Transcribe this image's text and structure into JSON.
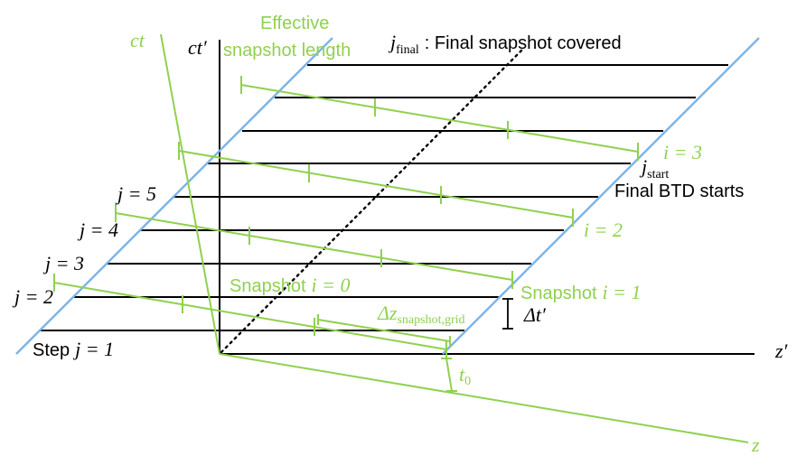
{
  "colors": {
    "lab": "#000000",
    "boosted": "#8fd14f",
    "btd": "#7fb4e6"
  },
  "axes": {
    "ct_prime": "ct′",
    "z_prime": "z′",
    "ct": "ct",
    "z": "z"
  },
  "step_labels": [
    {
      "text": "Step",
      "sym": "j = 1"
    },
    {
      "sym": "j = 2"
    },
    {
      "sym": "j = 3"
    },
    {
      "sym": "j = 4"
    },
    {
      "sym": "j = 5"
    }
  ],
  "top_annotations": {
    "effective_line1": "Effective",
    "effective_line2": "snapshot length",
    "j_final": "j",
    "j_final_sub": "final",
    "final_snapshot": ": Final snapshot covered"
  },
  "right_annotations": {
    "j_start": "j",
    "j_start_sub": "start",
    "final_btd": "Final BTD starts",
    "i3": "i = 3",
    "i2": "i = 2",
    "snapshot1_word": "Snapshot",
    "snapshot1_sym": "i = 1",
    "dt_prime": "Δt′"
  },
  "center_annotations": {
    "snapshot0_word": "Snapshot",
    "snapshot0_sym": "i = 0",
    "dz_symbol": "Δz",
    "dz_sub": "snapshot,grid",
    "t0": "t",
    "t0_sub": "0"
  }
}
